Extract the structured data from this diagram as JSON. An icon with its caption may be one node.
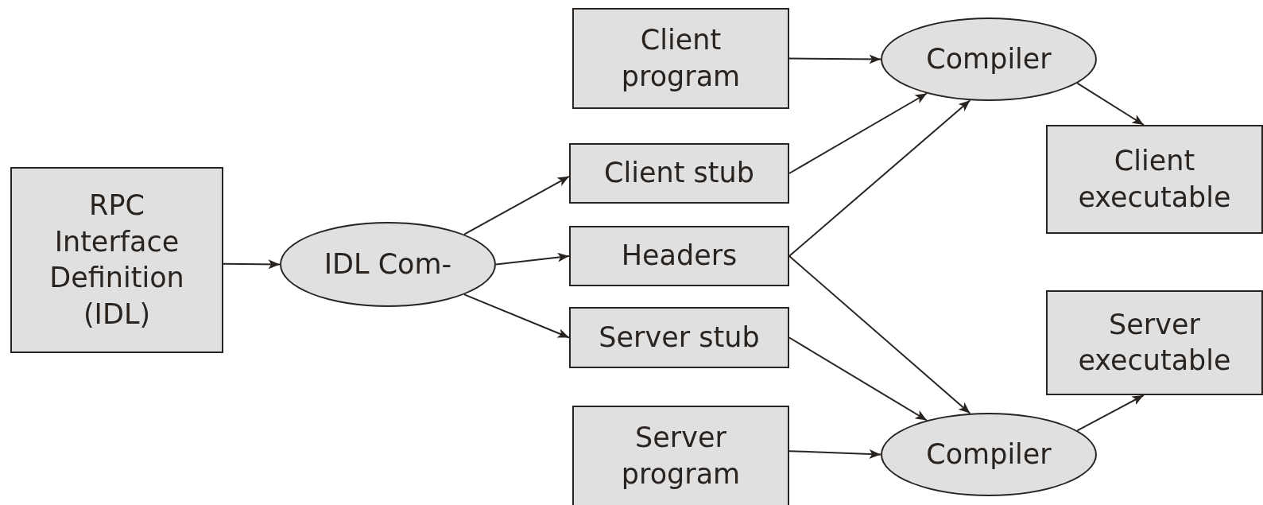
{
  "diagram": {
    "nodes": [
      {
        "text": [
          "RPC Interface Definition (IDL)"
        ]
      },
      {
        "text": [
          "IDL Com-"
        ]
      },
      {
        "text": [
          "Client program"
        ]
      },
      {
        "text": [
          "Client stub"
        ]
      },
      {
        "text": [
          "Headers"
        ]
      },
      {
        "text": [
          "Server stub"
        ]
      },
      {
        "text": [
          "Server program"
        ]
      },
      {
        "text": [
          "Compiler"
        ]
      },
      {
        "text": [
          "Compiler"
        ]
      },
      {
        "text": [
          "Client executable"
        ]
      },
      {
        "text": [
          "Server executable"
        ]
      }
    ],
    "edges": [
      {
        "from": 0,
        "to": 1,
        "arrow": "to"
      },
      {
        "from": 1,
        "to": 3,
        "arrow": "to"
      },
      {
        "from": 1,
        "to": 4,
        "arrow": "to"
      },
      {
        "from": 1,
        "to": 5,
        "arrow": "to"
      },
      {
        "from": 2,
        "to": 7,
        "arrow": "to"
      },
      {
        "from": 3,
        "to": 7,
        "arrow": "to"
      },
      {
        "from": 4,
        "to": 7,
        "arrow": "to"
      },
      {
        "from": 4,
        "to": 8,
        "arrow": "to"
      },
      {
        "from": 5,
        "to": 8,
        "arrow": "to"
      },
      {
        "from": 6,
        "to": 8,
        "arrow": "to"
      },
      {
        "from": 7,
        "to": 9,
        "arrow": "to"
      },
      {
        "from": 8,
        "to": 10,
        "arrow": "to"
      }
    ]
  }
}
